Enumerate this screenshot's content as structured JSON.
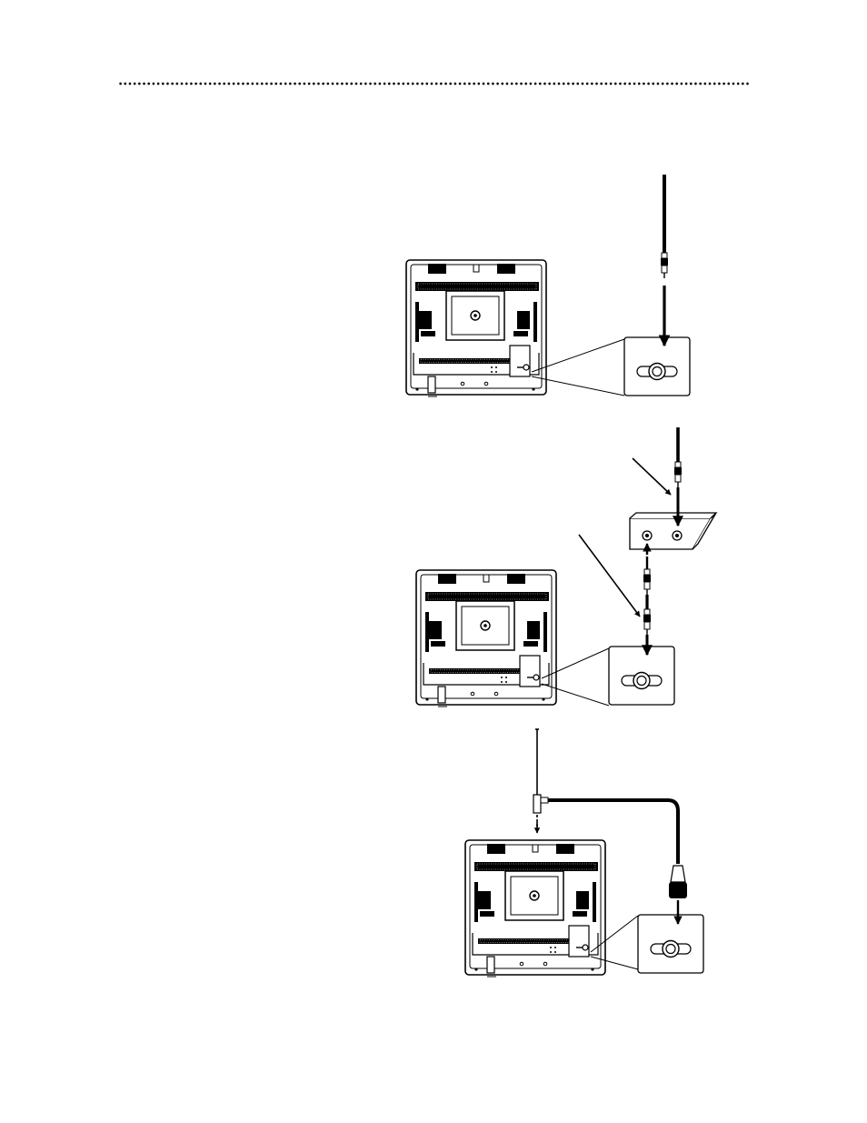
{
  "page": {
    "header_rule": "dotted",
    "ink_color": "#000000",
    "paper_color": "#ffffff"
  },
  "figures": [
    {
      "name": "cable-connection",
      "source": "cable",
      "device": "tv-rear"
    },
    {
      "name": "cable-box-connection",
      "source": "cable-box",
      "device": "tv-rear"
    },
    {
      "name": "antenna-connection",
      "source": "antenna",
      "device": "tv-rear"
    }
  ]
}
